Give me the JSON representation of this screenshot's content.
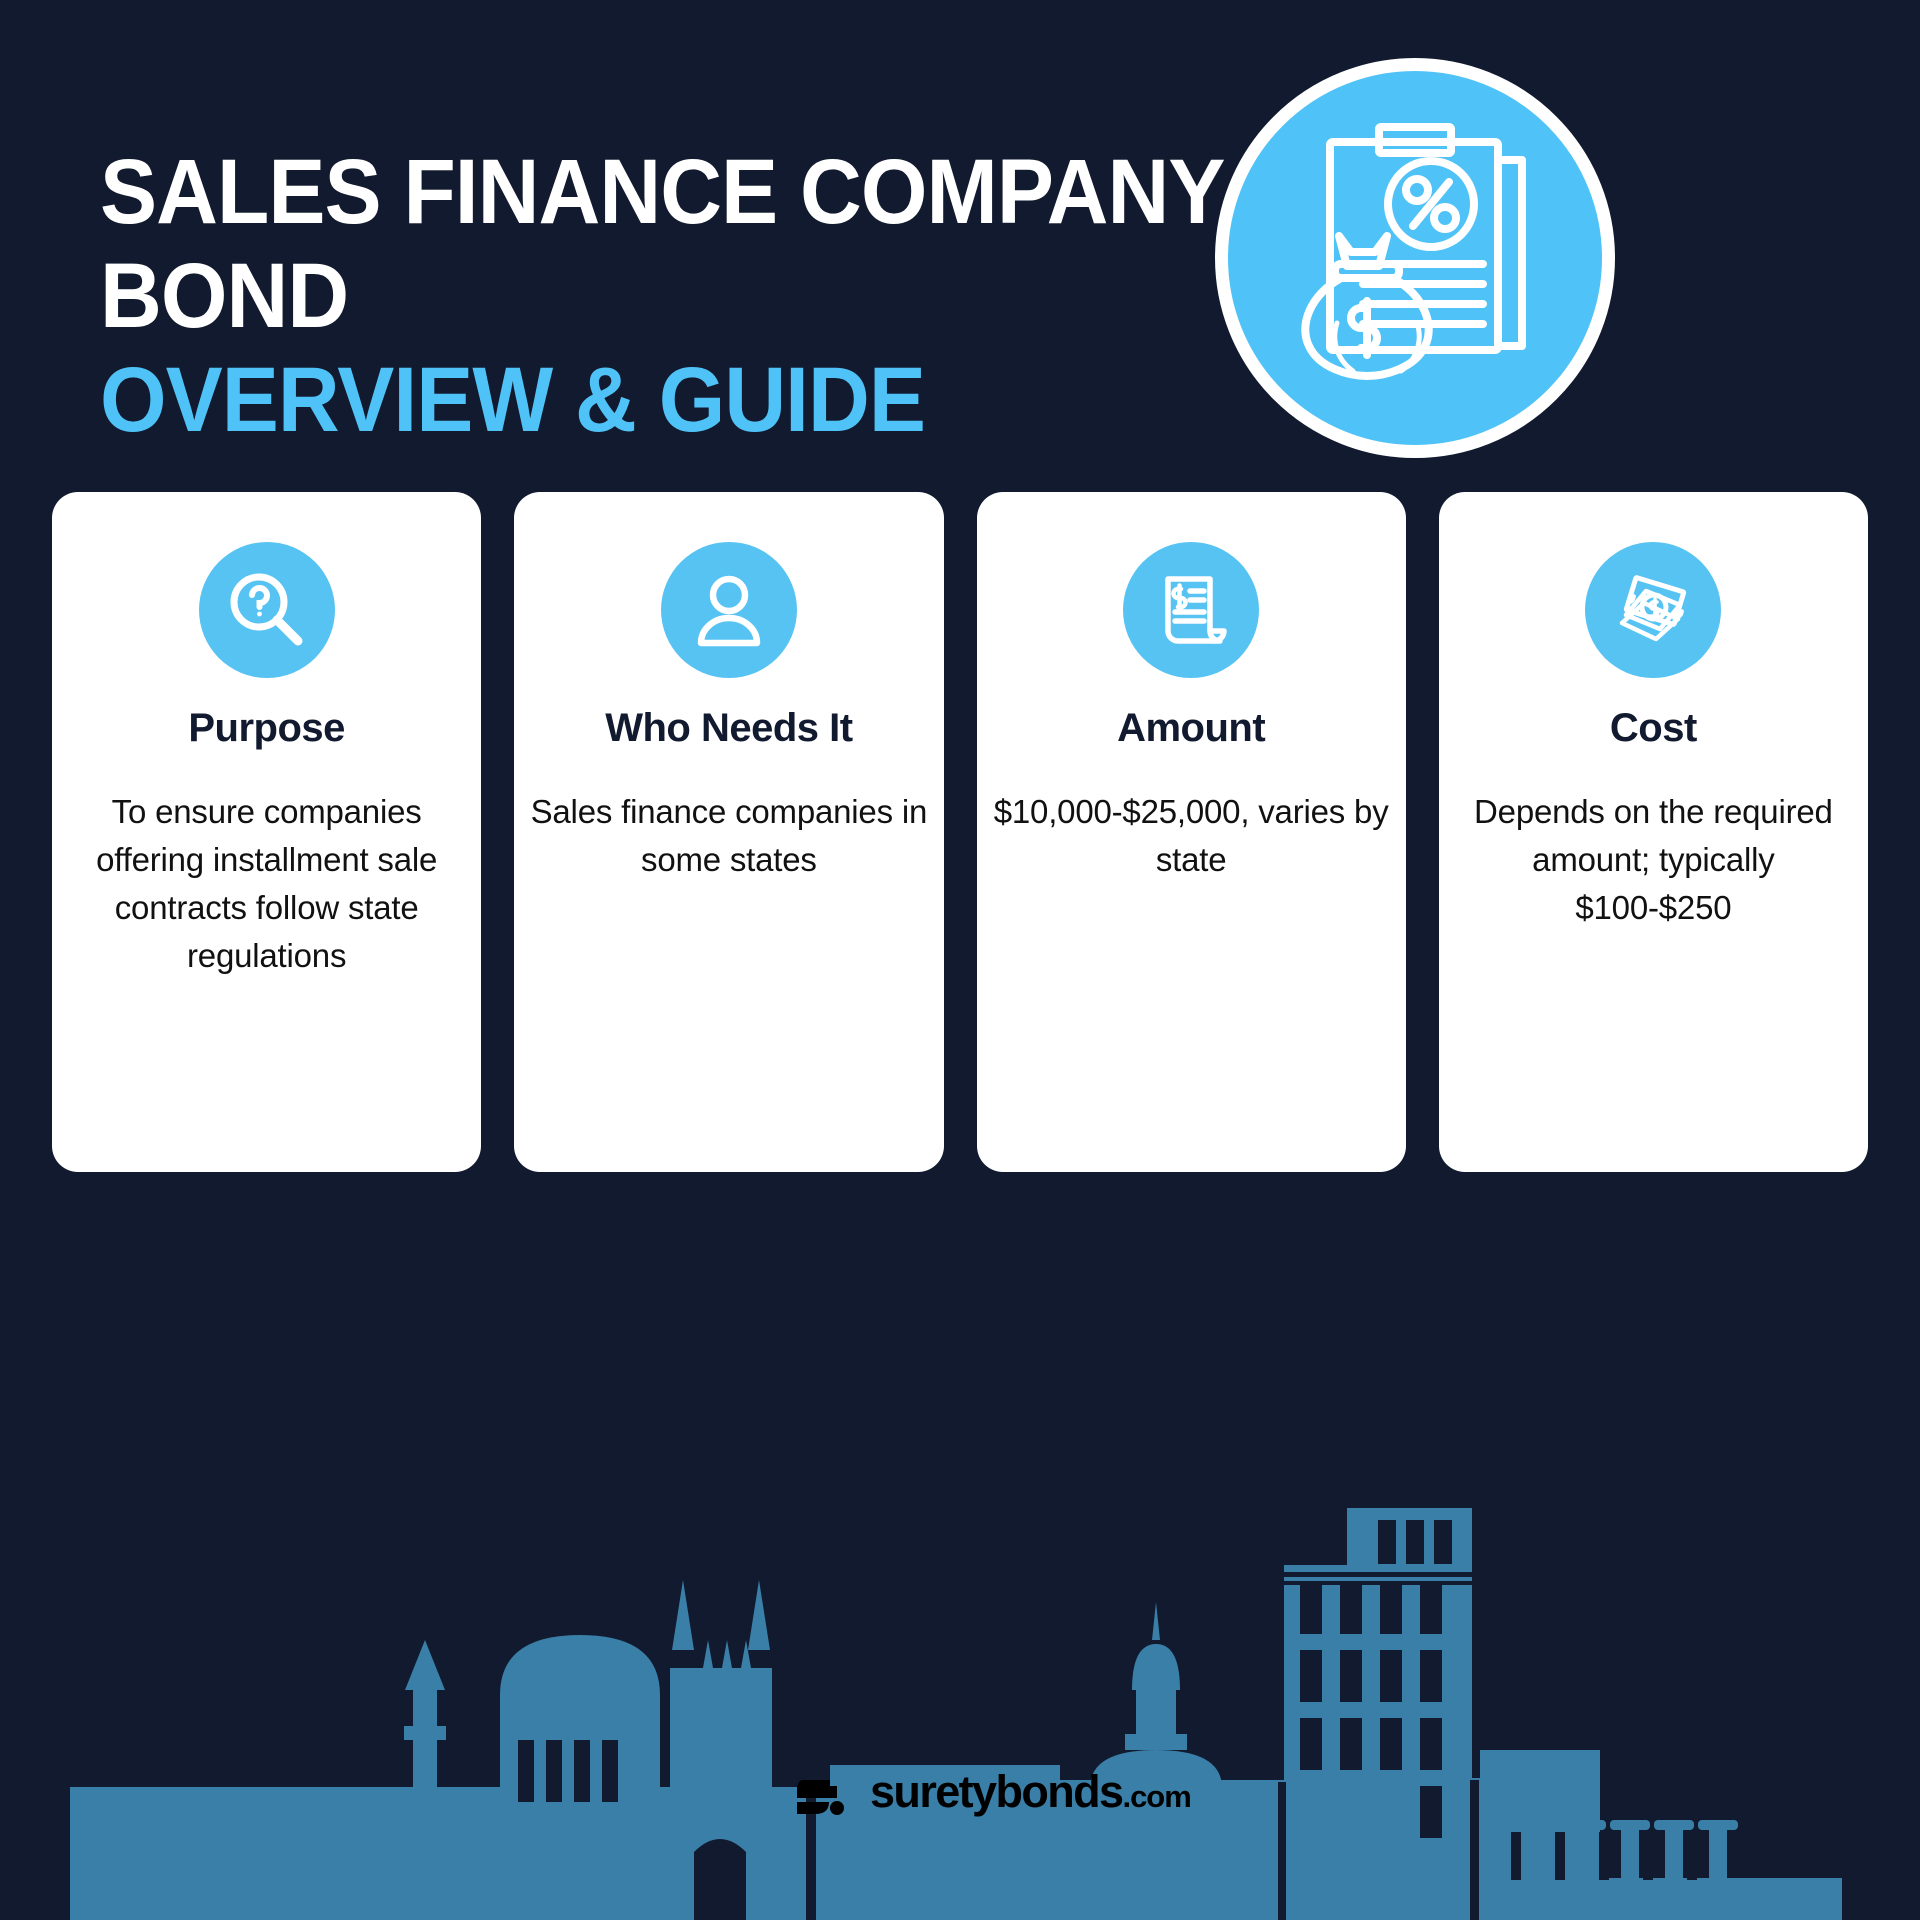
{
  "theme": {
    "background": "#111a2e",
    "accent_blue": "#4FC3F7",
    "icon_blue": "#56C3F2",
    "card_bg": "#FFFFFF",
    "skyline_blue": "#3A7FA8",
    "heading_navy": "#111A2E"
  },
  "header": {
    "title_line1": "SALES FINANCE COMPANY",
    "title_line2": "BOND",
    "subtitle": "OVERVIEW & GUIDE"
  },
  "hero_badge": {
    "icon_name": "clipboard-percent-money-bag-icon"
  },
  "cards": [
    {
      "icon_name": "magnifier-question-icon",
      "title": "Purpose",
      "body": "To ensure companies offering installment sale contracts follow state regulations"
    },
    {
      "icon_name": "person-icon",
      "title": "Who Needs It",
      "body": "Sales finance companies in some states"
    },
    {
      "icon_name": "invoice-dollar-icon",
      "title": "Amount",
      "body": "$10,000-$25,000, varies by state"
    },
    {
      "icon_name": "banknotes-icon",
      "title": "Cost",
      "body": "Depends on the required amount; typically $100-$250"
    }
  ],
  "footer": {
    "logo_name": "suretybonds-logo",
    "brand": "suretybonds",
    "tld": ".com"
  }
}
